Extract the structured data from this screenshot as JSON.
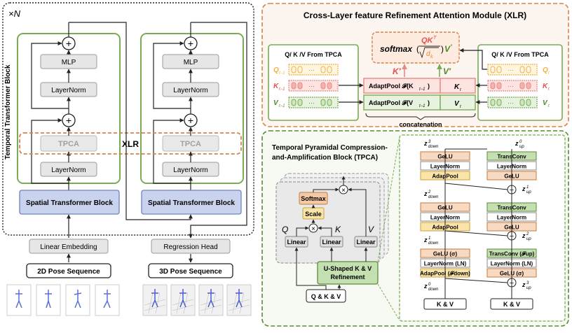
{
  "left": {
    "repeat_label": "×N",
    "block_label": "Temporal Transformer Block",
    "mlp": "MLP",
    "layernorm": "LayerNorm",
    "tpca": "TPCA",
    "xlr": "XLR",
    "spatial": "Spatial Transformer Block",
    "linear_embedding": "Linear Embedding",
    "regression_head": "Regression Head",
    "input_2d": "2D Pose Sequence",
    "output_3d": "3D Pose Sequence",
    "plus": "+"
  },
  "xlr": {
    "title": "Cross-Layer feature Refinement Attention Module (XLR)",
    "softmax_label": "softmax",
    "formula_num": "QK",
    "formula_sup": "T",
    "formula_den": "d",
    "formula_den_sub": "k",
    "formula_v": "V",
    "formula_prime": "′",
    "kprime": "K′",
    "vprime": "V′",
    "panel_left": "Q/ K /V From TPCA",
    "panel_right": "Q/ K /V From TPCA",
    "q_left": "Q",
    "q_left_sub": "t−1",
    "k_left": "K",
    "k_left_sub": "t−1",
    "v_left": "V",
    "v_left_sub": "t−1",
    "q_right": "Q",
    "q_right_sub": "t",
    "k_right": "K",
    "k_right_sub": "t",
    "v_right": "V",
    "v_right_sub": "t",
    "token_ellipsis": "···",
    "adaptpool_k": "AdaptPool 𝓕(K",
    "adaptpool_k_sub": "t−1",
    "adaptpool_v": "AdaptPool 𝓕(V",
    "adaptpool_v_sub": "t−1",
    "close_paren": ")",
    "kt": "K",
    "kt_sub": "t",
    "vt": "V",
    "vt_sub": "t",
    "concat": "concatenation"
  },
  "tpca": {
    "title_line1": "Temporal Pyramidal Compression-",
    "title_line2": "and-Amplification Block (TPCA)",
    "softmax": "Softmax",
    "scale": "Scale",
    "times": "×",
    "q": "Q",
    "k": "K",
    "v": "V",
    "linear": "Linear",
    "ushaped_line1": "U-Shaped K & V",
    "ushaped_line2": "Refinement",
    "qkv": "Q & K & V"
  },
  "ushape": {
    "z": "z",
    "down": "down",
    "up": "up",
    "z3_down_sup": "3",
    "z2_down_sup": "2",
    "z1_down_sup": "1",
    "z0_down_sup": "0",
    "z0_up_sup": "0",
    "z1_up_sup": "1",
    "z2_up_sup": "2",
    "z3_up_sup": "3",
    "left_col": [
      "GeLU",
      "LayerNorm",
      "AdapPool",
      "GeLU",
      "LayerNorm",
      "AdapPool",
      "GeLU (σ)",
      "LayerNorm (LN)",
      "AdapPool (𝓕down)"
    ],
    "right_col": [
      "TransConv",
      "LayerNorm",
      "GeLU",
      "TransConv",
      "LayerNorm",
      "GeLU",
      "TransConv (𝓕up)",
      "LayerNorm (LN)",
      "GeLU (σ)"
    ],
    "input_left": "K & V",
    "input_right": "K & V"
  },
  "colors": {
    "orange_border": "#d4834a",
    "green_border": "#7aab56",
    "spatial_fill": "#c9d3ee",
    "gray_fill": "#e6e6e6",
    "red_text": "#e0524f",
    "green_text": "#4e8a2e",
    "q_color": "#f0b04a"
  }
}
